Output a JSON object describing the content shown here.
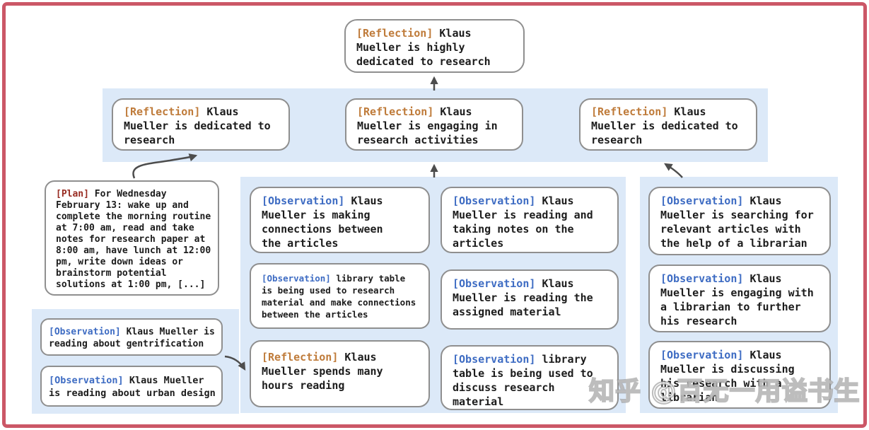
{
  "watermark": "知乎 @百无一用谥书生",
  "colors": {
    "frame": "#cb5767",
    "panel_background": "#dce9f8",
    "reflection_tag": "#bf7b3a",
    "observation_tag": "#3e6cc3",
    "plan_tag": "#982b21"
  },
  "nodes": {
    "top": {
      "tag": "[Reflection]",
      "text": "Klaus Mueller is highly dedicated to research"
    },
    "row2_left": {
      "tag": "[Reflection]",
      "text": "Klaus Mueller is dedicated to research"
    },
    "row2_mid": {
      "tag": "[Reflection]",
      "text": "Klaus Mueller is engaging in research activities"
    },
    "row2_right": {
      "tag": "[Reflection]",
      "text": "Klaus Mueller is dedicated to research"
    },
    "plan": {
      "tag": "[Plan]",
      "text": "For Wednesday February 13: wake up and complete the morning routine at 7:00 am, read and take notes for research paper at 8:00 am, have lunch at 12:00 pm, write down ideas or brainstorm potential solutions at 1:00 pm, [...]"
    },
    "bottom_left_1": {
      "tag": "[Observation]",
      "text": "Klaus Mueller is reading about gentrification"
    },
    "bottom_left_2": {
      "tag": "[Observation]",
      "text": "Klaus Mueller is reading about urban design"
    },
    "mid_a1": {
      "tag": "[Observation]",
      "text": "Klaus Mueller is making connections between the articles"
    },
    "mid_a2": {
      "tag": "[Observation]",
      "text": "library table is being used to research material and make connections between the articles"
    },
    "mid_a3": {
      "tag": "[Reflection]",
      "text": "Klaus Mueller spends many hours reading"
    },
    "mid_b1": {
      "tag": "[Observation]",
      "text": "Klaus Mueller is reading and taking notes on the articles"
    },
    "mid_b2": {
      "tag": "[Observation]",
      "text": "Klaus Mueller is reading the assigned material"
    },
    "mid_b3": {
      "tag": "[Observation]",
      "text": "library table is being used to discuss research material"
    },
    "right_1": {
      "tag": "[Observation]",
      "text": "Klaus Mueller is searching for relevant articles with the help of a librarian"
    },
    "right_2": {
      "tag": "[Observation]",
      "text": "Klaus Mueller is engaging with a librarian to further his research"
    },
    "right_3": {
      "tag": "[Observation]",
      "text": "Klaus Mueller is discussing his research with a librarian"
    }
  }
}
